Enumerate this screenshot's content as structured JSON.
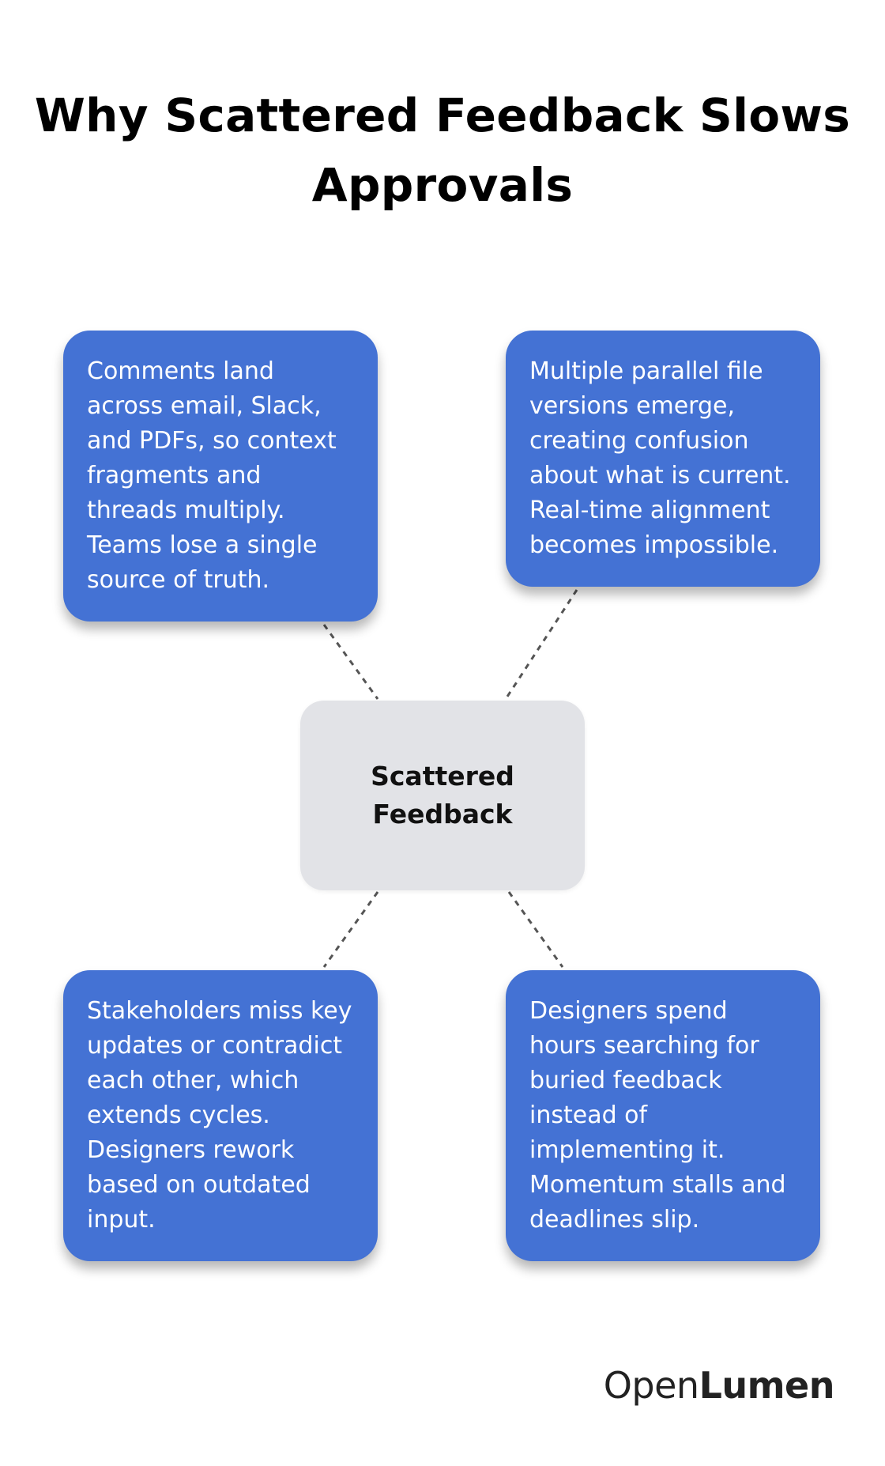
{
  "title": "Why Scattered Feedback Slows Approvals",
  "center": {
    "label": "Scattered Feedback"
  },
  "cards": {
    "top_left": "Comments land across email, Slack, and PDFs, so context fragments and threads multiply. Teams lose a single source of truth.",
    "top_right": "Multiple parallel file versions emerge, creating confusion about what is current. Real-time alignment becomes impossible.",
    "bottom_left": "Stakeholders miss key updates or contradict each other, which extends cycles. Designers rework based on outdated input.",
    "bottom_right": "Designers spend hours searching for buried feedback instead of implementing it. Momentum stalls and deadlines slip."
  },
  "logo": {
    "part1": "Open",
    "part2": "Lumen"
  },
  "colors": {
    "card_fill": "#4472d4",
    "center_fill": "#e2e3e7",
    "connector": "#555555"
  }
}
